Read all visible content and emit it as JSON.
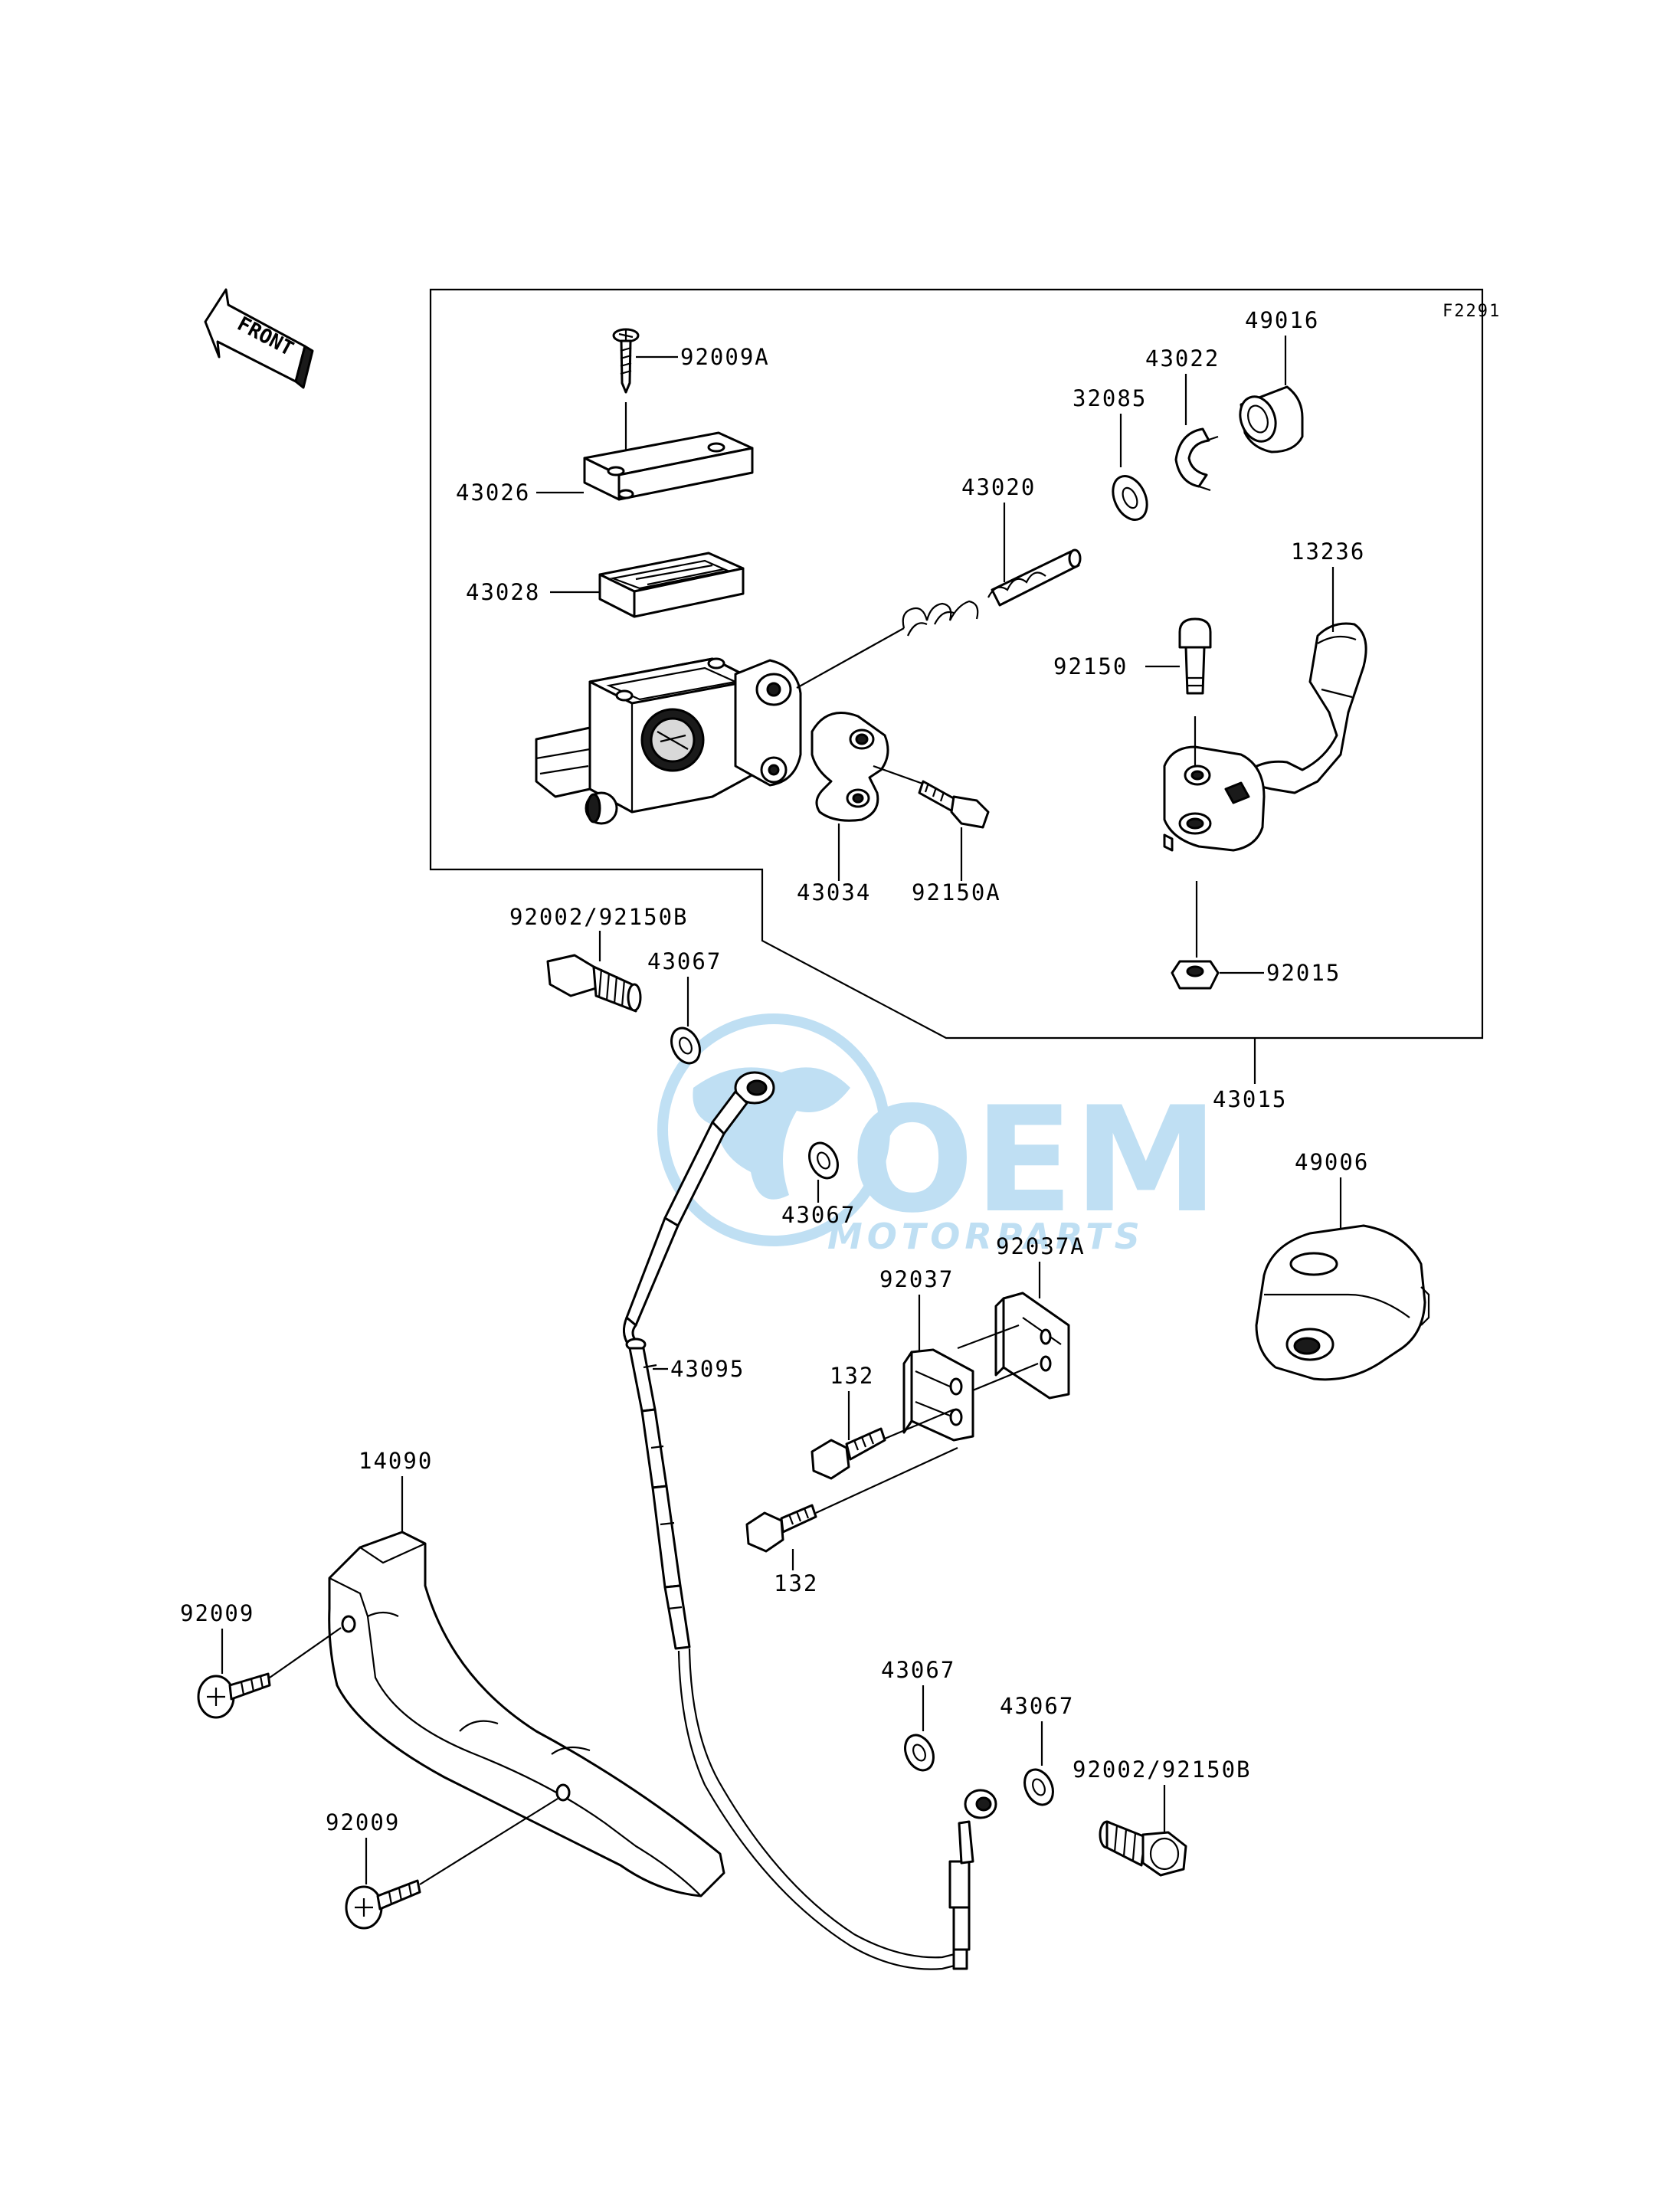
{
  "diagram": {
    "code": "F2291",
    "front_label": "FRONT",
    "watermark": {
      "logo": "OEM",
      "tagline": "MOTORPARTS",
      "color": "#1e90d6"
    },
    "parts": {
      "p92009A": "92009A",
      "p43026": "43026",
      "p43028": "43028",
      "p43020": "43020",
      "p32085": "32085",
      "p43022": "43022",
      "p49016": "49016",
      "p13236": "13236",
      "p92150": "92150",
      "p43034": "43034",
      "p92150A": "92150A",
      "p92015": "92015",
      "p43015": "43015",
      "p92002_top": "92002/92150B",
      "p43067_a": "43067",
      "p43067_b": "43067",
      "p49006": "49006",
      "p92037": "92037",
      "p92037A": "92037A",
      "p43095": "43095",
      "p132_a": "132",
      "p132_b": "132",
      "p14090": "14090",
      "p92009_a": "92009",
      "p92009_b": "92009",
      "p43067_c": "43067",
      "p43067_d": "43067",
      "p92002_bottom": "92002/92150B"
    }
  }
}
